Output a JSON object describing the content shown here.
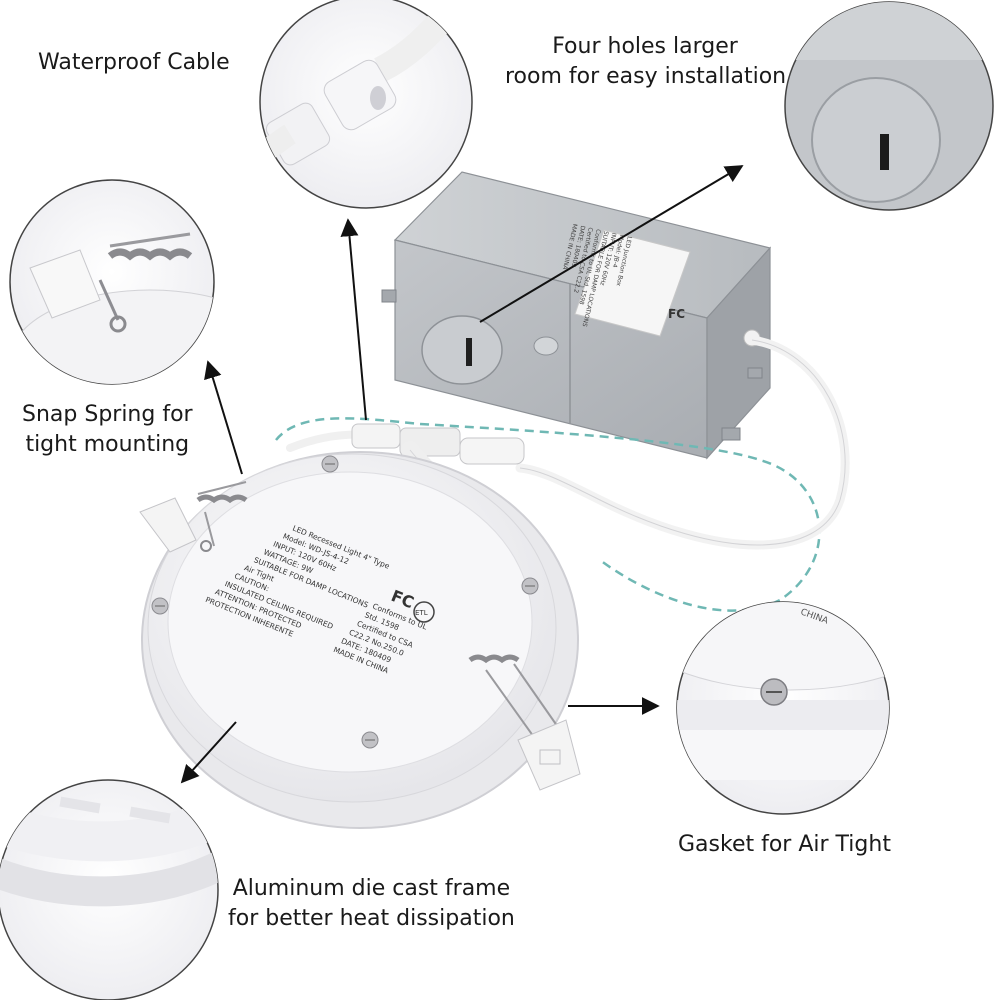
{
  "labels": {
    "waterproof_cable": "Waterproof Cable",
    "four_holes_line1": "Four holes larger",
    "four_holes_line2": "room for easy installation",
    "snap_spring_line1": "Snap Spring for",
    "snap_spring_line2": "tight mounting",
    "gasket": "Gasket for Air Tight",
    "frame_line1": "Aluminum die cast frame",
    "frame_line2": "for better heat dissipation"
  },
  "panel_label_lines": [
    "LED Recessed Light 4\" Type",
    "Model: WD-JS-4-12",
    "INPUT: 120V 60Hz",
    "WATTAGE: 9W",
    "SUITABLE FOR DAMP LOCATIONS",
    "Air Tight",
    "CAUTION:",
    "INSULATED CEILING REQUIRED",
    "ATTENTION: PROTECTED",
    "PROTECTION INHERENTE"
  ],
  "panel_cert_lines": [
    "Conforms to UL",
    "Std. 1598",
    "Certified to CSA",
    "C22.2 No.250.0",
    "DATE: 180409",
    "MADE IN CHINA"
  ],
  "box_label_lines": [
    "LED Junction Box",
    "Model: JB-4",
    "INPUT: 120V 60Hz",
    "SUITABLE FOR DAMP LOCATIONS",
    "Conforms to UL Std. 1598",
    "Certified to CSA C22.2",
    "DATE: 180409",
    "MADE IN CHINA"
  ],
  "cert_marks": [
    "FC",
    "ETL"
  ],
  "gasket_inset_text": "CHINA",
  "colors": {
    "box_metal": "#b9bcc0",
    "panel_white": "#f4f4f6",
    "dashed_path": "#6fb8b4",
    "arrow": "#111111",
    "text": "#1a1a1a"
  }
}
